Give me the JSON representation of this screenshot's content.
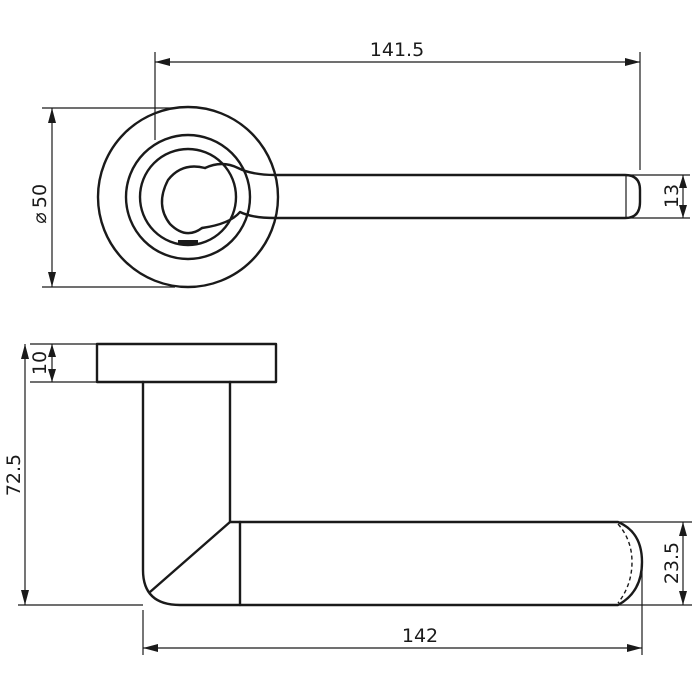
{
  "dimensions": {
    "overall_length_top": "141.5",
    "rose_diameter": "50",
    "diameter_symbol": "⌀",
    "lever_width_top": "13",
    "rose_thickness": "10",
    "overall_height": "72.5",
    "lever_width_side": "23.5",
    "overall_length_side": "142"
  }
}
